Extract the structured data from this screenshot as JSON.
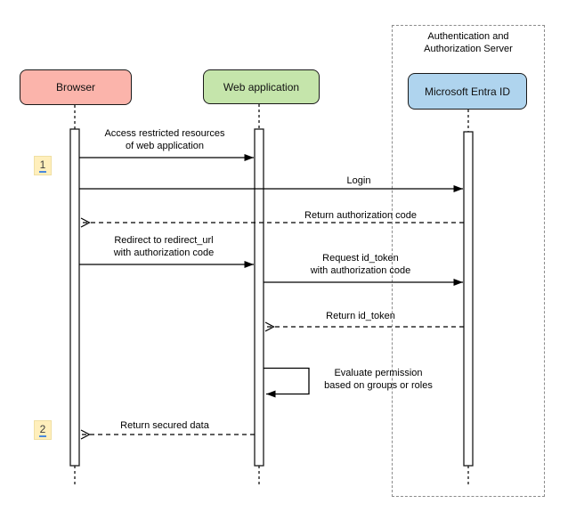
{
  "diagram": {
    "kind": "uml-sequence-diagram",
    "background": "#ffffff"
  },
  "boundary": {
    "title": "Authentication and\nAuthorization Server",
    "border_style": "dashed"
  },
  "actors": [
    {
      "label": "Browser",
      "fill": "#FBB4AB",
      "border": "#1a1a1a"
    },
    {
      "label": "Web application",
      "fill": "#C5E5AB",
      "border": "#1a1a1a"
    },
    {
      "label": "Microsoft Entra ID",
      "fill": "#AFD4EE",
      "border": "#1a1a1a"
    }
  ],
  "badges": [
    {
      "label": "1",
      "fill": "#FFEFBC",
      "underline_color": "#4B89DD"
    },
    {
      "label": "2",
      "fill": "#FFEFBC",
      "underline_color": "#4B89DD"
    }
  ],
  "messages": [
    {
      "label": "Access restricted resources\nof web application",
      "from": "Browser",
      "to": "Web application",
      "line": "solid",
      "arrowhead": "filled"
    },
    {
      "label": "Login",
      "from": "Browser",
      "to": "Microsoft Entra ID",
      "line": "solid",
      "arrowhead": "filled"
    },
    {
      "label": "Return authorization code",
      "from": "Microsoft Entra ID",
      "to": "Browser",
      "line": "dashed",
      "arrowhead": "open"
    },
    {
      "label": "Redirect to redirect_url\nwith authorization code",
      "from": "Browser",
      "to": "Web application",
      "line": "solid",
      "arrowhead": "filled"
    },
    {
      "label": "Request id_token\nwith authorization code",
      "from": "Web application",
      "to": "Microsoft Entra ID",
      "line": "solid",
      "arrowhead": "filled"
    },
    {
      "label": "Return id_token",
      "from": "Microsoft Entra ID",
      "to": "Web application",
      "line": "dashed",
      "arrowhead": "open"
    },
    {
      "label": "Evaluate permission\nbased on groups or roles",
      "from": "Web application",
      "to": "Web application",
      "line": "self",
      "arrowhead": "filled"
    },
    {
      "label": "Return secured data",
      "from": "Web application",
      "to": "Browser",
      "line": "dashed",
      "arrowhead": "open"
    }
  ]
}
